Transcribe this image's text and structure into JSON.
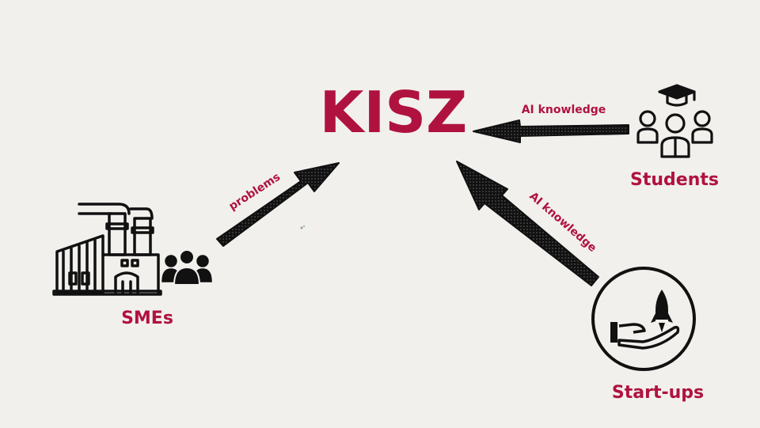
{
  "title": "KISZ",
  "nodes": {
    "smes": "SMEs",
    "students": "Students",
    "startups": "Start-ups"
  },
  "edges": {
    "smes_to_kisz": "problems",
    "students_to_kisz": "AI knowledge",
    "startups_to_kisz": "AI knowledge"
  },
  "colors": {
    "accent": "#b0123f",
    "background": "#f1f0ec",
    "ink": "#111111"
  }
}
